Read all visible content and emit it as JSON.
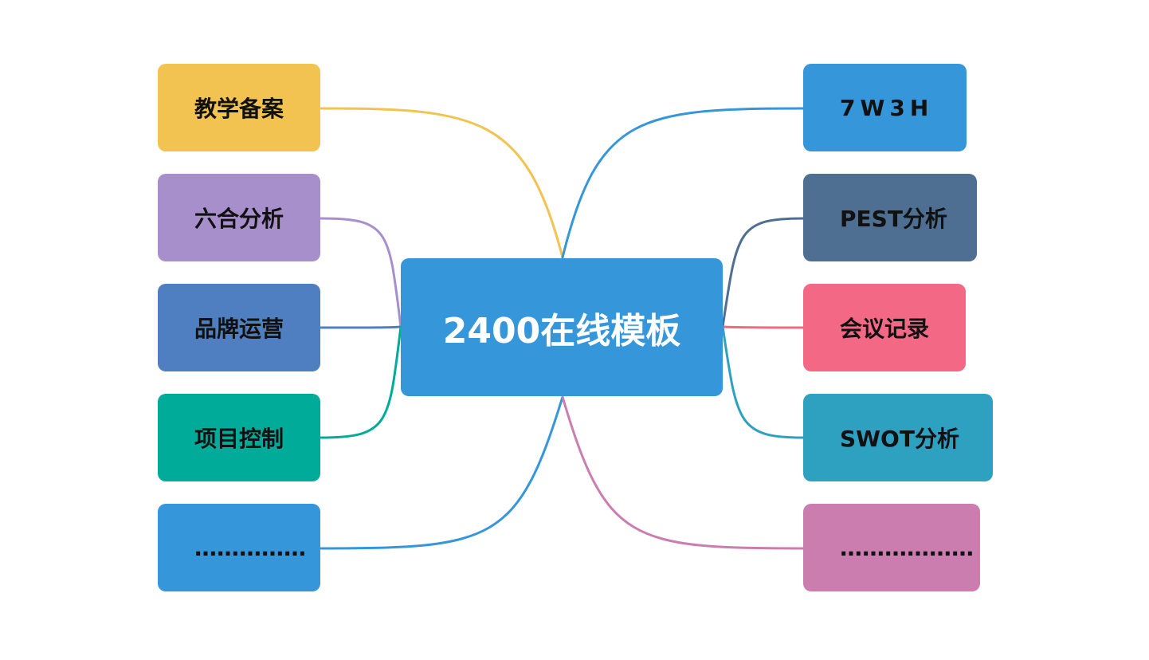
{
  "center": {
    "label": "2400在线模板",
    "color": "#3696da"
  },
  "left_nodes": [
    {
      "label": "教学备案",
      "color": "#f2c350"
    },
    {
      "label": "六合分析",
      "color": "#a78fcb"
    },
    {
      "label": "品牌运营",
      "color": "#4f7fc0"
    },
    {
      "label": "项目控制",
      "color": "#00ab99"
    },
    {
      "label": "……………",
      "color": "#3696da"
    }
  ],
  "right_nodes": [
    {
      "label": "7W3H",
      "color": "#3696da"
    },
    {
      "label": "PEST分析",
      "color": "#4e6e92"
    },
    {
      "label": "会议记录",
      "color": "#f36985"
    },
    {
      "label": "SWOT分析",
      "color": "#2ea0c0"
    },
    {
      "label": "………………",
      "color": "#cc7db0"
    }
  ]
}
